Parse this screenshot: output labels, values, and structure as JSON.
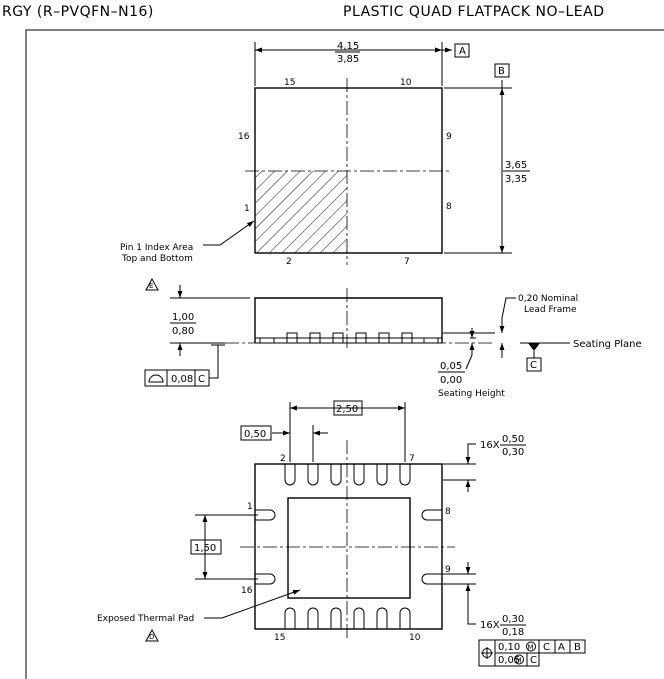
{
  "header": {
    "code": "RGY (R–PVQFN–N16)",
    "title": "PLASTIC QUAD FLATPACK NO–LEAD"
  },
  "top_view": {
    "pin_labels": {
      "p15": "15",
      "p10": "10",
      "p16": "16",
      "p9": "9",
      "p1": "1",
      "p8": "8",
      "p2": "2",
      "p7": "7"
    },
    "dim_width": {
      "max": "4,15",
      "min": "3,85"
    },
    "dim_height": {
      "max": "3,65",
      "min": "3,35"
    },
    "datum_a": "A",
    "datum_b": "B",
    "pin1_note": [
      "Pin 1 Index Area",
      "Top and Bottom"
    ],
    "pin1_note_ref": "E"
  },
  "side_view": {
    "dim_height": {
      "max": "1,00",
      "min": "0,80"
    },
    "lead_frame": [
      "0,20 Nominal",
      "Lead Frame"
    ],
    "seating_plane": "Seating Plane",
    "datum_c": "C",
    "standoff": {
      "max": "0,05",
      "min": "0,00"
    },
    "seating_height": "Seating Height",
    "flatness": {
      "value": "0,08",
      "datum": "C"
    }
  },
  "bottom_view": {
    "span": "2,50",
    "pitch": "0,50",
    "pad_span": "1,50",
    "lead_length": {
      "prefix": "16X",
      "max": "0,50",
      "min": "0,30"
    },
    "lead_width": {
      "prefix": "16X",
      "max": "0,30",
      "min": "0,18"
    },
    "pin_labels": {
      "p2": "2",
      "p7": "7",
      "p1": "1",
      "p8": "8",
      "p9": "9",
      "p16": "16",
      "p15": "15",
      "p10": "10"
    },
    "thermal_pad_note": "Exposed Thermal Pad",
    "thermal_pad_ref": "D",
    "position_tol": {
      "row1": {
        "value": "0,10",
        "mod": "M",
        "d1": "C",
        "d2": "A",
        "d3": "B"
      },
      "row2": {
        "value": "0,05",
        "mod": "M",
        "d1": "C"
      }
    }
  }
}
